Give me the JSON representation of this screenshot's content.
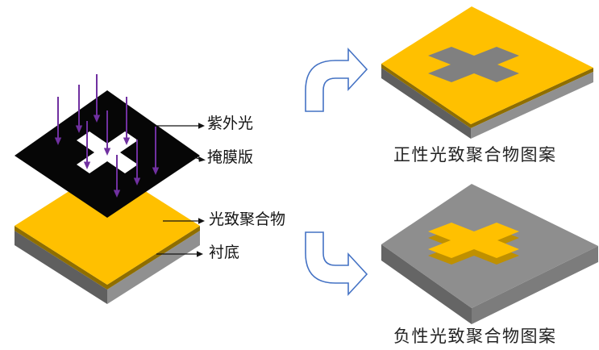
{
  "figure": {
    "labels": {
      "uv_light": "紫外光",
      "mask_plate": "掩膜版",
      "photopolymer": "光致聚合物",
      "substrate": "衬底"
    },
    "captions": {
      "positive": "正性光致聚合物图案",
      "negative": "负性光致聚合物图案"
    },
    "icons": {
      "uv_rays": "downward-purple-arrows",
      "process_arrows": "blue-bent-right-arrows",
      "leaders": "black-pointer-arrows"
    },
    "colors": {
      "yellow": "#FFC000",
      "yellow_edge": "#8F6E00",
      "yellow_side": "#BF9000",
      "mask_black": "#060606",
      "white": "#FFFFFF",
      "cross_gray": "#808080",
      "gray_top": "#8E8E8E",
      "gray_left": "#5F5F5F",
      "gray_right": "#909090",
      "slab_left": "#656565",
      "slab_right": "#7C7C7C",
      "uv_purple": "#7030A0",
      "arrow_blue": "#4472C4"
    }
  }
}
